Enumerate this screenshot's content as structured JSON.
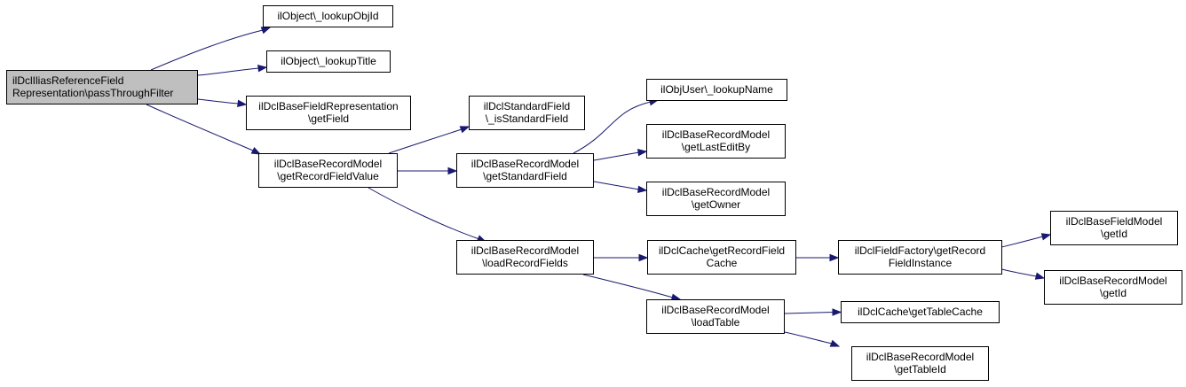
{
  "colors": {
    "edge": "#191970",
    "root_fill": "#bfbfbf",
    "node_fill": "#ffffff",
    "node_border": "#000000"
  },
  "nodes": {
    "root": {
      "lines": [
        "ilDclIliasReferenceField",
        "Representation\\passThroughFilter"
      ]
    },
    "lookupObjId": {
      "lines": [
        "ilObject\\_lookupObjId"
      ]
    },
    "lookupTitle": {
      "lines": [
        "ilObject\\_lookupTitle"
      ]
    },
    "baseFieldRepGetField": {
      "lines": [
        "ilDclBaseFieldRepresentation",
        "\\getField"
      ]
    },
    "getRecordFieldValue": {
      "lines": [
        "ilDclBaseRecordModel",
        "\\getRecordFieldValue"
      ]
    },
    "isStandardField": {
      "lines": [
        "ilDclStandardField",
        "\\_isStandardField"
      ]
    },
    "getStandardField": {
      "lines": [
        "ilDclBaseRecordModel",
        "\\getStandardField"
      ]
    },
    "loadRecordFields": {
      "lines": [
        "ilDclBaseRecordModel",
        "\\loadRecordFields"
      ]
    },
    "lookupName": {
      "lines": [
        "ilObjUser\\_lookupName"
      ]
    },
    "getLastEditBy": {
      "lines": [
        "ilDclBaseRecordModel",
        "\\getLastEditBy"
      ]
    },
    "getOwner": {
      "lines": [
        "ilDclBaseRecordModel",
        "\\getOwner"
      ]
    },
    "getRecordFieldCache": {
      "lines": [
        "ilDclCache\\getRecordField",
        "Cache"
      ]
    },
    "loadTable": {
      "lines": [
        "ilDclBaseRecordModel",
        "\\loadTable"
      ]
    },
    "getRecordFieldInstance": {
      "lines": [
        "ilDclFieldFactory\\getRecord",
        "FieldInstance"
      ]
    },
    "getTableCache": {
      "lines": [
        "ilDclCache\\getTableCache"
      ]
    },
    "getTableId": {
      "lines": [
        "ilDclBaseRecordModel",
        "\\getTableId"
      ]
    },
    "baseFieldModelGetId": {
      "lines": [
        "ilDclBaseFieldModel",
        "\\getId"
      ]
    },
    "baseRecordModelGetId": {
      "lines": [
        "ilDclBaseRecordModel",
        "\\getId"
      ]
    }
  },
  "edges": [
    {
      "from": "root",
      "to": "lookupObjId"
    },
    {
      "from": "root",
      "to": "lookupTitle"
    },
    {
      "from": "root",
      "to": "baseFieldRepGetField"
    },
    {
      "from": "root",
      "to": "getRecordFieldValue"
    },
    {
      "from": "getRecordFieldValue",
      "to": "isStandardField"
    },
    {
      "from": "getRecordFieldValue",
      "to": "getStandardField"
    },
    {
      "from": "getRecordFieldValue",
      "to": "loadRecordFields"
    },
    {
      "from": "getStandardField",
      "to": "lookupName"
    },
    {
      "from": "getStandardField",
      "to": "getLastEditBy"
    },
    {
      "from": "getStandardField",
      "to": "getOwner"
    },
    {
      "from": "loadRecordFields",
      "to": "getRecordFieldCache"
    },
    {
      "from": "loadRecordFields",
      "to": "loadTable"
    },
    {
      "from": "getRecordFieldCache",
      "to": "getRecordFieldInstance"
    },
    {
      "from": "getRecordFieldInstance",
      "to": "baseFieldModelGetId"
    },
    {
      "from": "getRecordFieldInstance",
      "to": "baseRecordModelGetId"
    },
    {
      "from": "loadTable",
      "to": "getTableCache"
    },
    {
      "from": "loadTable",
      "to": "getTableId"
    }
  ]
}
